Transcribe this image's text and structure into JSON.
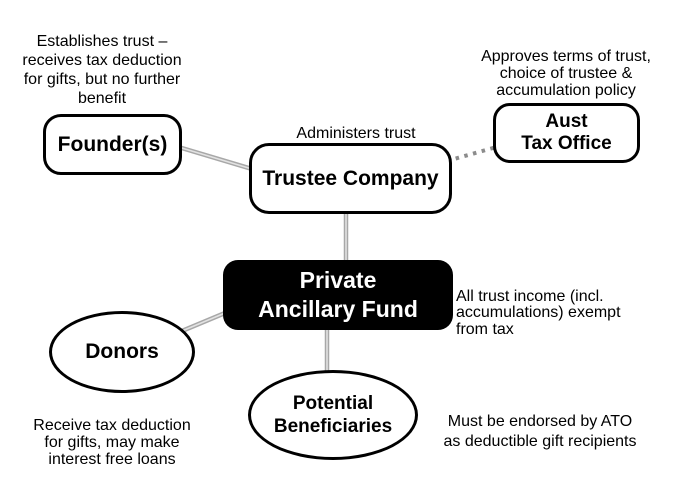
{
  "colors": {
    "background": "#ffffff",
    "node_fill": "#ffffff",
    "node_border": "#000000",
    "highlight_node_fill": "#000000",
    "highlight_node_text": "#ffffff",
    "connector": "#a8a8a8",
    "dotted_connector": "#8c8c8c"
  },
  "nodes": {
    "founders": "Founder(s)",
    "trustee": "Trustee Company",
    "ato": "Aust\nTax Office",
    "paf": "Private\nAncillary Fund",
    "donors": "Donors",
    "beneficiaries": "Potential\nBeneficiaries"
  },
  "annotations": {
    "establishes_trust": "Establishes trust –\nreceives tax deduction\nfor gifts, but no further\nbenefit",
    "administers_trust": "Administers trust",
    "approves_terms": "Approves terms of trust,\nchoice of trustee &\naccumulation policy",
    "income_exempt": "All trust income (incl.\naccumulations) exempt\nfrom tax",
    "receive_deduction": "Receive tax deduction\nfor gifts, may make\ninterest free loans",
    "ato_endorsement": "Must be endorsed by ATO\nas deductible gift recipients"
  }
}
